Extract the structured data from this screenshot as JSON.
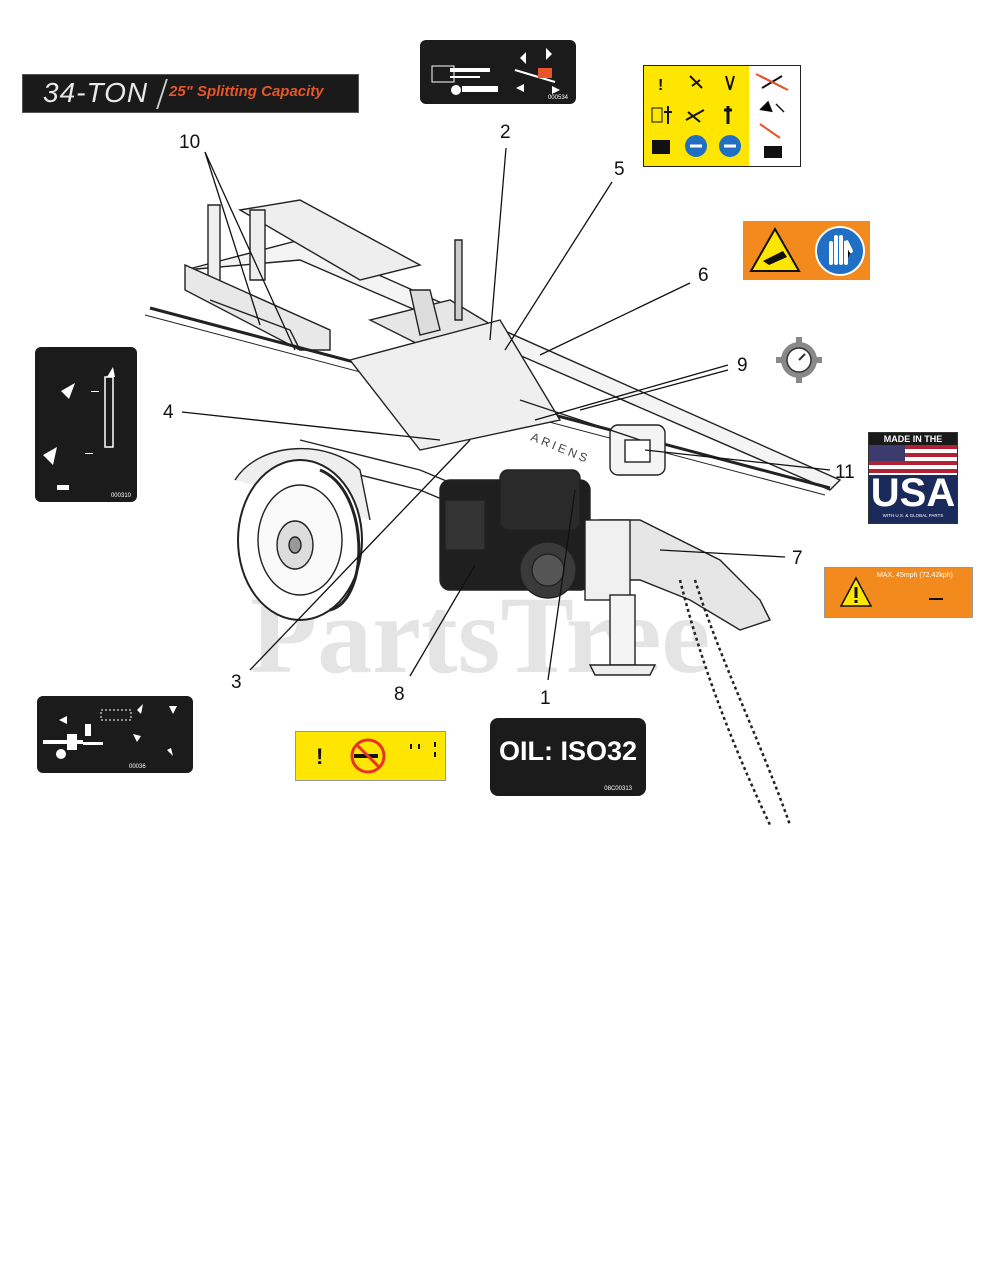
{
  "watermark": "PartsTree",
  "decals": {
    "ton": {
      "big": "34-TON",
      "small": "25\" Splitting Capacity"
    },
    "oil": {
      "label": "OIL: ISO32",
      "code": "08C00313"
    },
    "tow": {
      "text": "MAX. 45mph (72.42kph)"
    },
    "usa": {
      "line1": "MADE IN THE",
      "line2": "USA",
      "line3": "WITH U.S. & GLOBAL PARTS"
    },
    "brand": "ARIENS",
    "control": {
      "code": "000534"
    },
    "lever": {
      "code": "000310"
    },
    "bottom_left": {
      "code": "00036"
    }
  },
  "callouts": [
    {
      "n": "1"
    },
    {
      "n": "2"
    },
    {
      "n": "3"
    },
    {
      "n": "4"
    },
    {
      "n": "5"
    },
    {
      "n": "6"
    },
    {
      "n": "7"
    },
    {
      "n": "8"
    },
    {
      "n": "9"
    },
    {
      "n": "10"
    },
    {
      "n": "11"
    }
  ],
  "colors": {
    "orange": "#f28a1e",
    "yellow": "#ffe600",
    "dark": "#1b1b1b",
    "accent_red": "#e8552a",
    "blue": "#1f6fc4"
  }
}
